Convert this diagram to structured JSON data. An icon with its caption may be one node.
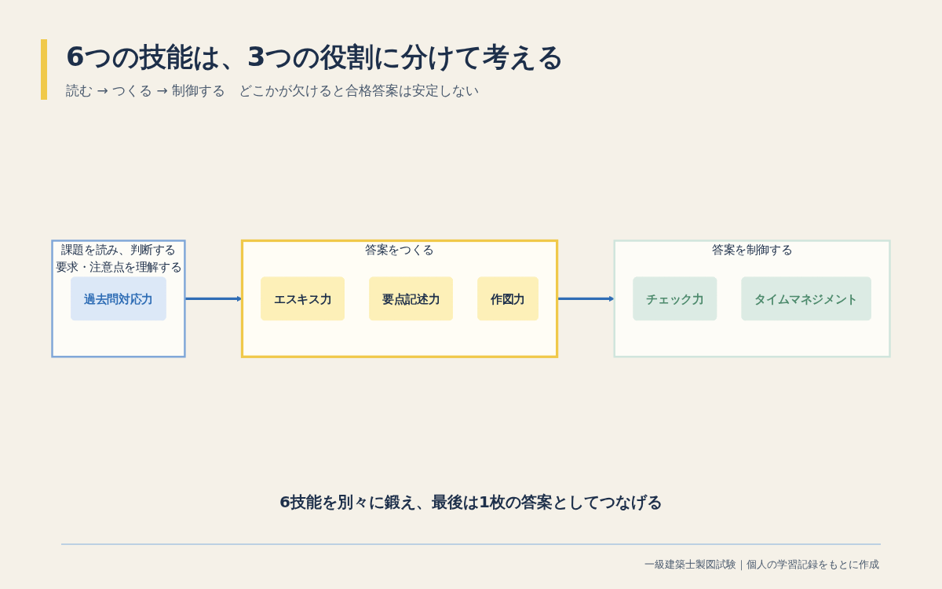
{
  "diagram": {
    "title": "6つの技能は、3つの役割に分けて考える",
    "nodes": [
      {
        "text": [
          "課題を読み、判断する",
          "要求・注意点を理解する"
        ]
      },
      {
        "text": [
          "過去問対応力"
        ],
        "in": 0
      },
      {
        "text": [
          "答案をつくる"
        ]
      },
      {
        "text": [
          "エスキス力"
        ],
        "in": 2
      },
      {
        "text": [
          "要点記述力"
        ],
        "in": 2
      },
      {
        "text": [
          "作図力"
        ],
        "in": 2
      },
      {
        "text": [
          "答案を制御する"
        ]
      },
      {
        "text": [
          "チェック力"
        ],
        "in": 6
      },
      {
        "text": [
          "タイムマネジメント"
        ],
        "in": 6
      }
    ],
    "edges": [
      {
        "from": 0,
        "to": 2,
        "arrow": "to"
      },
      {
        "from": 2,
        "to": 6,
        "arrow": "to"
      }
    ],
    "labels": [
      "読む → つくる → 制御する　どこかが欠けると合格答案は安定しない",
      "6技能を別々に鍛え、最後は1枚の答案としてつなげる"
    ],
    "caption": "一級建築士製図試験｜個人の学習記録をもとに作成"
  }
}
